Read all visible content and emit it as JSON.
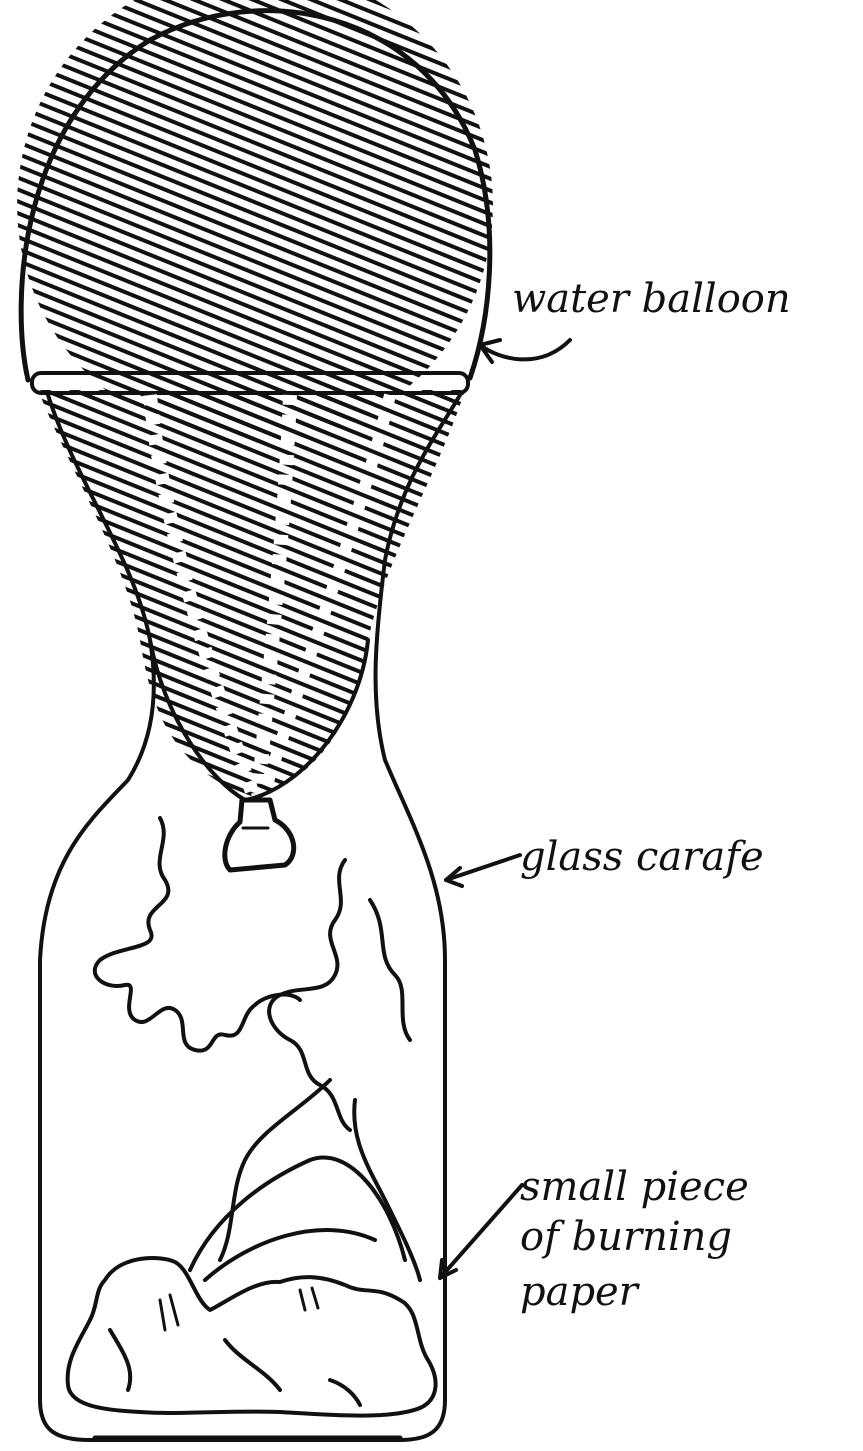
{
  "labels": {
    "balloon": "water balloon",
    "carafe": "glass carafe",
    "paper_line1": "small piece",
    "paper_line2": "of burning",
    "paper_line3": "paper"
  },
  "colors": {
    "ink": "#111111",
    "paper": "#ffffff"
  }
}
